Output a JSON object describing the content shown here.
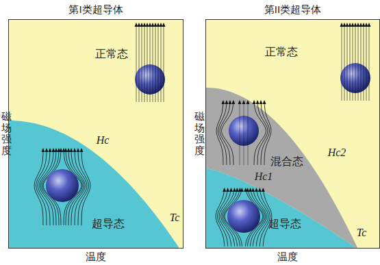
{
  "diagram": {
    "nodes": [
      {
        "text": [
          "第I类超导体"
        ]
      },
      {
        "text": [
          "正常态"
        ],
        "in": 0
      },
      {
        "text": [
          "超导态"
        ],
        "in": 0
      },
      {
        "text": [
          "第II类超导体"
        ]
      },
      {
        "text": [
          "正常态"
        ],
        "in": 3
      },
      {
        "text": [
          "混合态"
        ],
        "in": 3
      },
      {
        "text": [
          "超导态"
        ],
        "in": 3
      }
    ],
    "labels": [
      "磁场强度",
      "温度",
      "Hc",
      "Tc",
      "磁场强度",
      "温度",
      "Hc2",
      "Hc1",
      "Tc"
    ]
  }
}
